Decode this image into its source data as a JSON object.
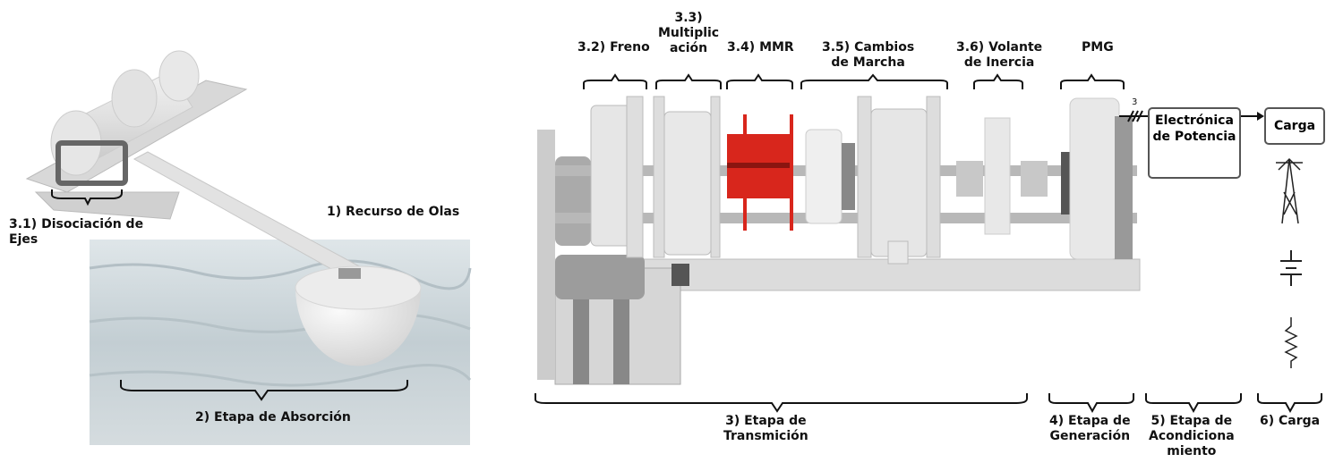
{
  "labels": {
    "freno": "3.2) Freno",
    "multiplicacion": "3.3)\nMultiplic\nación",
    "mmr": "3.4) MMR",
    "cambios": "3.5) Cambios\nde Marcha",
    "volante": "3.6) Volante\nde Inercia",
    "pmg": "PMG",
    "phases": "3",
    "disociacion": "3.1) Disociación  de\nEjes",
    "recurso": "1) Recurso de Olas",
    "absorcion": "2) Etapa de Absorción",
    "transmision": "3) Etapa de\nTransmición",
    "generacion": "4) Etapa de\nGeneración",
    "acondicionamiento": "5) Etapa de\nAcondiciona\nmiento",
    "carga_stage": "6) Carga"
  },
  "boxes": {
    "electronica": "Electrónica\nde Potencia",
    "carga": "Carga"
  },
  "colors": {
    "mmr": "#d8261c",
    "machine": "#e4e4e4",
    "water": "#c9d3d8"
  }
}
